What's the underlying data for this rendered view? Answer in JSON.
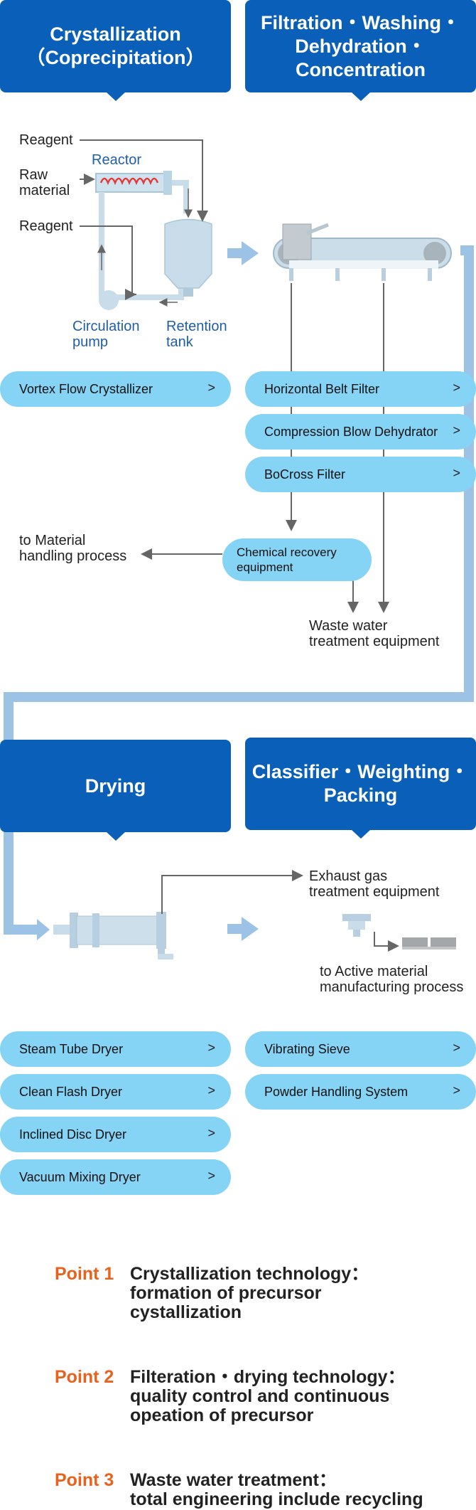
{
  "headers": {
    "crystallization": "Crystallization\n（Coprecipitation）",
    "filtration": "Filtration・Washing・\nDehydration・\nConcentration",
    "drying": "Drying",
    "classifier": "Classifier・Weighting・\nPacking"
  },
  "labels": {
    "reagent_top": "Reagent",
    "raw_material": "Raw\nmaterial",
    "reagent_mid": "Reagent",
    "reactor": "Reactor",
    "circulation_pump": "Circulation\npump",
    "retention_tank": "Retention\ntank",
    "to_material_handling": "to Material\nhandling process",
    "waste_water": "Waste water\ntreatment equipment",
    "exhaust_gas": "Exhaust gas\ntreatment equipment",
    "to_active_material": "to Active material\nmanufacturing process"
  },
  "products": {
    "crystallization": [
      "Vortex Flow Crystallizer"
    ],
    "filtration": [
      "Horizontal Belt Filter",
      "Compression Blow Dehydrator",
      "BoCross Filter"
    ],
    "drying": [
      "Steam Tube Dryer",
      "Clean Flash Dryer",
      "Inclined Disc Dryer",
      "Vacuum Mixing Dryer"
    ],
    "classifier": [
      "Vibrating Sieve",
      "Powder Handling System"
    ],
    "chemical_recovery": "Chemical recovery\nequipment"
  },
  "chevron": ">",
  "points": [
    {
      "label": "Point 1",
      "text": "Crystallization technology：\nformation of precursor\ncystallization"
    },
    {
      "label": "Point 2",
      "text": "Filteration・drying technology：\nquality control and continuous\nopeation of precursor"
    },
    {
      "label": "Point 3",
      "text": "Waste water treatment：\ntotal engineering include recycling"
    }
  ],
  "colors": {
    "header": "#0a60b8",
    "pill": "#86d4f5",
    "flow": "#9cc3e6",
    "point": "#e9611c"
  }
}
